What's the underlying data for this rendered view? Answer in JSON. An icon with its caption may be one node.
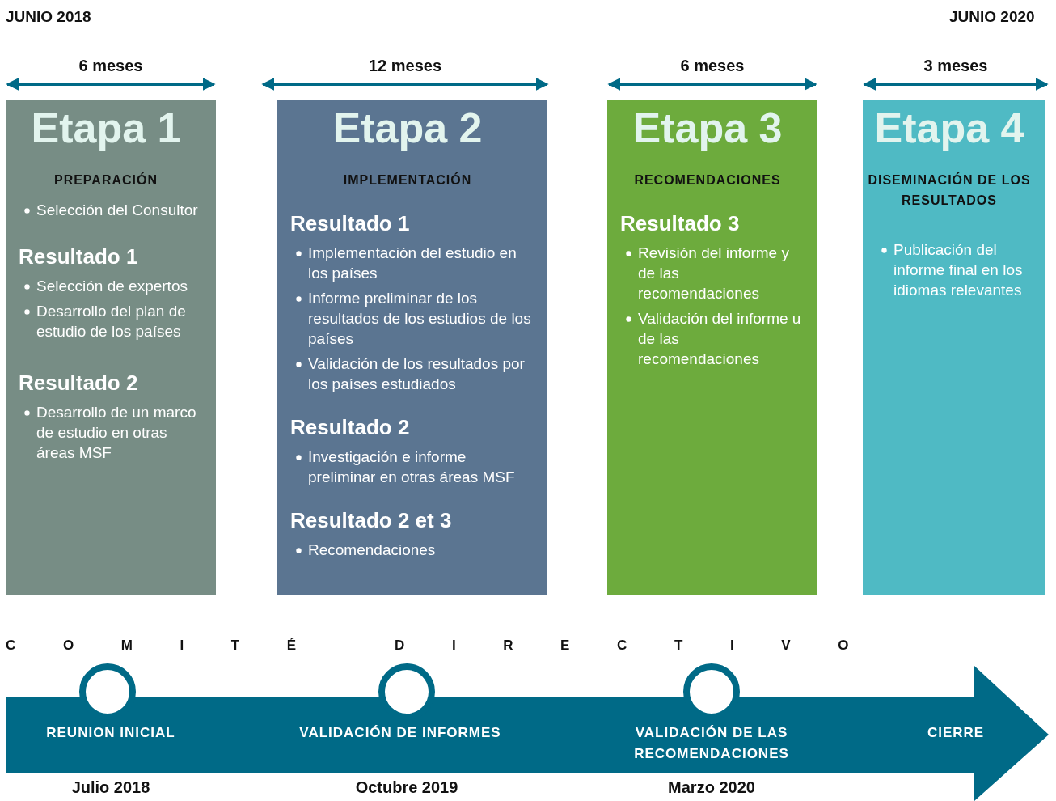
{
  "diagram": {
    "nodes": [
      {
        "text": [
          "Etapa 1",
          "PREPARACIÓN",
          "Selección del Consultor",
          "Resultado 1",
          "Selección de expertos",
          "Desarrollo del plan de estudio de los países",
          "Resultado  2",
          "Desarrollo de un marco de estudio en otras áreas MSF"
        ],
        "beside": [
          "6 meses"
        ]
      },
      {
        "text": [
          "Etapa 2",
          "IMPLEMENTACIÓN",
          "Resultado 1",
          "Implementación del estudio en los países",
          "Informe preliminar de los resultados de los estudios de los países",
          "Validación de los resultados por los países estudiados",
          "Resultado 2",
          "Investigación e informe preliminar en otras áreas MSF",
          "Resultado 2 et 3",
          "Recomendaciones"
        ],
        "beside": [
          "12 meses"
        ]
      },
      {
        "text": [
          "Etapa 3",
          "RECOMENDACIONES",
          "Resultado 3",
          "Revisión del informe y de las recomendaciones",
          "Validación del informe u de las recomendaciones"
        ],
        "beside": [
          "6 meses"
        ]
      },
      {
        "text": [
          "Etapa 4",
          "DISEMINACIÓN DE LOS RESULTADOS",
          "Publicación del informe final en los idiomas relevantes"
        ],
        "beside": [
          "3 meses"
        ]
      }
    ],
    "labels": [
      "JUNIO 2018",
      "JUNIO 2020",
      "COMITÉ DIRECTIVO",
      "REUNION INICIAL",
      "VALIDACIÓN DE INFORMES",
      "VALIDACIÓN DE LAS RECOMENDACIONES",
      "CIERRE",
      "Julio 2018",
      "Octubre 2019",
      "Marzo 2020"
    ]
  }
}
